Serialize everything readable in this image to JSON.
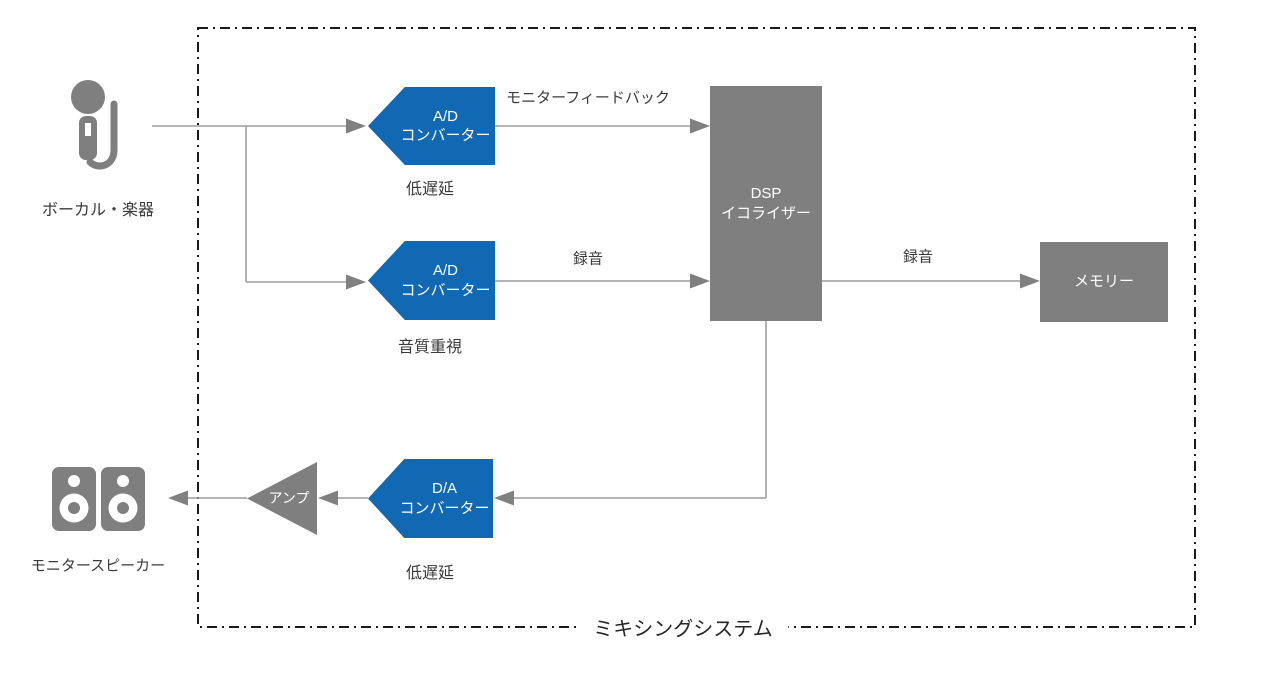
{
  "frame": {
    "label": "ミキシングシステム"
  },
  "nodes": {
    "microphone": {
      "label": "ボーカル・楽器",
      "icon": "microphone-icon"
    },
    "ad_low_latency": {
      "line1": "A/D",
      "line2": "コンバーター",
      "sublabel": "低遅延"
    },
    "ad_quality": {
      "line1": "A/D",
      "line2": "コンバーター",
      "sublabel": "音質重視"
    },
    "dsp": {
      "line1": "DSP",
      "line2": "イコライザー"
    },
    "memory": {
      "label": "メモリー"
    },
    "da_converter": {
      "line1": "D/A",
      "line2": "コンバーター",
      "sublabel": "低遅延"
    },
    "amplifier": {
      "label": "アンプ"
    },
    "speakers": {
      "label": "モニタースピーカー",
      "icon": "speakers-icon"
    }
  },
  "edges": {
    "monitor_feedback": "モニターフィードバック",
    "recording_to_dsp": "録音",
    "recording_to_memory": "録音"
  },
  "colors": {
    "accent_blue": "#1168B3",
    "block_gray": "#7F7F7F",
    "connector_gray": "#9C9C9C",
    "arrowhead_gray": "#808080",
    "text_dark": "#3A3A3A",
    "frame_border": "#1A1A1A"
  }
}
